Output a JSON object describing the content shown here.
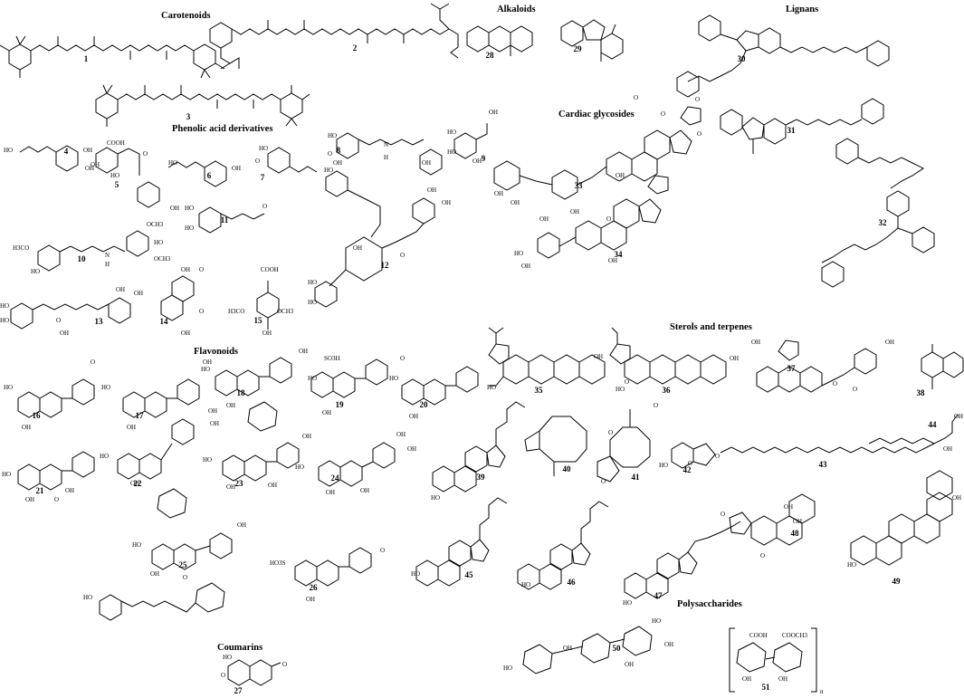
{
  "headings": {
    "carotenoids": "Carotenoids",
    "alkaloids": "Alkaloids",
    "lignans": "Lignans",
    "phenolic": "Phenolic acid derivatives",
    "cardiac": "Cardiac glycosides",
    "sterols": "Sterols and terpenes",
    "flavonoids": "Flavonoids",
    "polysaccharides": "Polysaccharides",
    "coumarins": "Coumarins"
  },
  "compounds": [
    "1",
    "2",
    "3",
    "4",
    "5",
    "6",
    "7",
    "8",
    "9",
    "10",
    "11",
    "12",
    "13",
    "14",
    "15",
    "16",
    "17",
    "18",
    "19",
    "20",
    "21",
    "22",
    "23",
    "24",
    "25",
    "26",
    "27",
    "28",
    "29",
    "30",
    "31",
    "32",
    "33",
    "34",
    "35",
    "36",
    "37",
    "38",
    "39",
    "40",
    "41",
    "42",
    "43",
    "44",
    "45",
    "46",
    "47",
    "48",
    "49",
    "50",
    "51"
  ],
  "group_labels": {
    "oh": "OH",
    "ho": "HO",
    "o": "O",
    "ooh": "COOH",
    "och3": "OCH3",
    "h3co": "H3CO",
    "so3h": "SO3H",
    "ho3s": "HO3S",
    "cooh": "COOH",
    "cooch3": "COOCH3",
    "n": "N",
    "h": "H",
    "nh": "H",
    "sub_n": "n"
  },
  "colors": {
    "ink": "#000000",
    "background": "#ffffff"
  }
}
